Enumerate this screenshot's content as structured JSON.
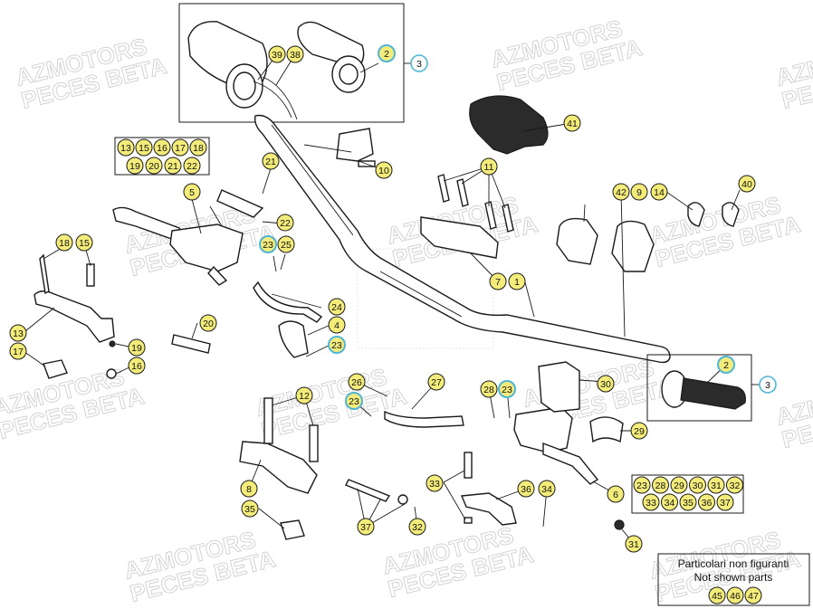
{
  "watermark": {
    "line1": "AZMOTORS",
    "line2": "PECES BETA",
    "color": "#cfcfcf"
  },
  "colors": {
    "callout_yellow": "#f3ec7a",
    "callout_blue_ring": "#4fb6d8",
    "line": "#1a1a1a"
  },
  "callouts": [
    {
      "id": "c-3-top",
      "label": "3",
      "style": "plain"
    },
    {
      "id": "c-2-top",
      "label": "2",
      "style": "blue"
    },
    {
      "id": "c-39",
      "label": "39",
      "style": "yellow"
    },
    {
      "id": "c-38",
      "label": "38",
      "style": "yellow"
    },
    {
      "id": "c-41",
      "label": "41",
      "style": "yellow"
    },
    {
      "id": "c-10",
      "label": "10",
      "style": "yellow"
    },
    {
      "id": "c-21",
      "label": "21",
      "style": "yellow"
    },
    {
      "id": "c-5",
      "label": "5",
      "style": "yellow"
    },
    {
      "id": "c-11",
      "label": "11",
      "style": "yellow"
    },
    {
      "id": "c-42",
      "label": "42",
      "style": "yellow"
    },
    {
      "id": "c-9",
      "label": "9",
      "style": "yellow"
    },
    {
      "id": "c-14",
      "label": "14",
      "style": "yellow"
    },
    {
      "id": "c-40",
      "label": "40",
      "style": "yellow"
    },
    {
      "id": "c-22",
      "label": "22",
      "style": "yellow"
    },
    {
      "id": "c-18",
      "label": "18",
      "style": "yellow"
    },
    {
      "id": "c-15",
      "label": "15",
      "style": "yellow"
    },
    {
      "id": "c-23-a",
      "label": "23",
      "style": "blue"
    },
    {
      "id": "c-25",
      "label": "25",
      "style": "yellow"
    },
    {
      "id": "c-7",
      "label": "7",
      "style": "yellow"
    },
    {
      "id": "c-1",
      "label": "1",
      "style": "yellow"
    },
    {
      "id": "c-24",
      "label": "24",
      "style": "yellow"
    },
    {
      "id": "c-20",
      "label": "20",
      "style": "yellow"
    },
    {
      "id": "c-13",
      "label": "13",
      "style": "yellow"
    },
    {
      "id": "c-4",
      "label": "4",
      "style": "yellow"
    },
    {
      "id": "c-23-b",
      "label": "23",
      "style": "blue"
    },
    {
      "id": "c-19",
      "label": "19",
      "style": "yellow"
    },
    {
      "id": "c-17",
      "label": "17",
      "style": "yellow"
    },
    {
      "id": "c-16",
      "label": "16",
      "style": "yellow"
    },
    {
      "id": "c-2-right",
      "label": "2",
      "style": "blue"
    },
    {
      "id": "c-3-right",
      "label": "3",
      "style": "plain"
    },
    {
      "id": "c-26",
      "label": "26",
      "style": "yellow"
    },
    {
      "id": "c-27",
      "label": "27",
      "style": "yellow"
    },
    {
      "id": "c-28",
      "label": "28",
      "style": "yellow"
    },
    {
      "id": "c-23-c",
      "label": "23",
      "style": "blue"
    },
    {
      "id": "c-30",
      "label": "30",
      "style": "yellow"
    },
    {
      "id": "c-12",
      "label": "12",
      "style": "yellow"
    },
    {
      "id": "c-23-d",
      "label": "23",
      "style": "blue"
    },
    {
      "id": "c-29",
      "label": "29",
      "style": "yellow"
    },
    {
      "id": "c-8",
      "label": "8",
      "style": "yellow"
    },
    {
      "id": "c-33",
      "label": "33",
      "style": "yellow"
    },
    {
      "id": "c-36",
      "label": "36",
      "style": "yellow"
    },
    {
      "id": "c-34",
      "label": "34",
      "style": "yellow"
    },
    {
      "id": "c-6",
      "label": "6",
      "style": "yellow"
    },
    {
      "id": "c-35",
      "label": "35",
      "style": "yellow"
    },
    {
      "id": "c-37",
      "label": "37",
      "style": "yellow"
    },
    {
      "id": "c-32",
      "label": "32",
      "style": "yellow"
    },
    {
      "id": "c-31",
      "label": "31",
      "style": "yellow"
    }
  ],
  "kit_left": {
    "row1": [
      "13",
      "15",
      "16",
      "17",
      "18"
    ],
    "row2": [
      "19",
      "20",
      "21",
      "22"
    ]
  },
  "kit_right": {
    "row1": [
      "23",
      "28",
      "29",
      "30",
      "31",
      "32"
    ],
    "row2": [
      "33",
      "34",
      "35",
      "36",
      "37"
    ]
  },
  "note": {
    "line1": "Particolari non figuranti",
    "line2": "Not shown parts",
    "parts": [
      "45",
      "46",
      "47"
    ]
  }
}
